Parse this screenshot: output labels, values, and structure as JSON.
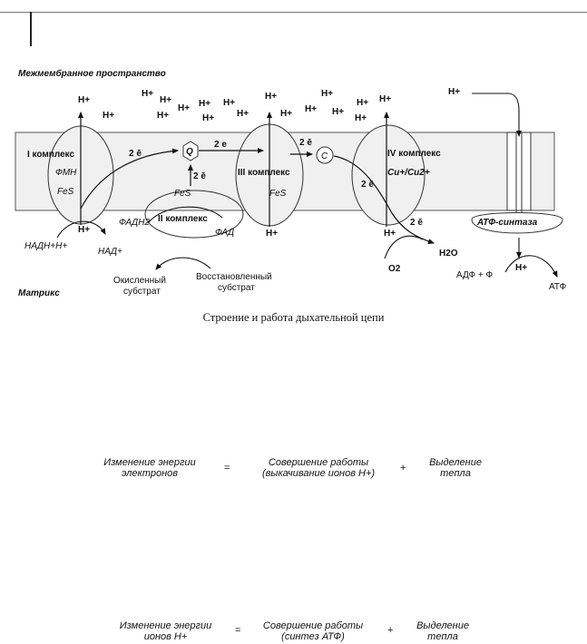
{
  "diagram": {
    "intermembrane_label": "Межмембранное пространство",
    "matrix_label": "Матрикс",
    "h_plus": "H+",
    "complex1": {
      "title": "I комплекс",
      "fmn": "ФМН",
      "fes": "FeS"
    },
    "complex2": {
      "title": "II комплекс",
      "fadh2": "ФАДН2",
      "fad": "ФАД",
      "fes": "FeS"
    },
    "complex3": {
      "title": "III  комплекс",
      "fes": "FeS"
    },
    "complex4": {
      "title": "IV комплекс",
      "cu": "Cu+/Cu2+"
    },
    "q_label": "Q",
    "c_label": "C",
    "electron_2e_bar": "2 ē",
    "electron_2e": "2 e",
    "nadh": "НАДН+H+",
    "nad": "НАД+",
    "oxidized_substrate": [
      "Окисленный",
      "субстрат"
    ],
    "reduced_substrate": [
      "Восстановленный",
      "субстрат"
    ],
    "o2": "O2",
    "h2o": "H2O",
    "atp_synthase": "АТФ-синтаза",
    "adp_p": "АДФ + Ф",
    "atp": "АТФ"
  },
  "caption": "Строение и работа дыхательной цепи",
  "equation1": {
    "left": [
      "Изменение энергии",
      "электронов"
    ],
    "equals": "=",
    "middle": [
      "Совершение работы",
      "(выкачивание ионов H+)"
    ],
    "plus": "+",
    "right": [
      "Выделение",
      "тепла"
    ]
  },
  "equation2": {
    "left": [
      "Изменение энергии",
      "ионов H+"
    ],
    "equals": "=",
    "middle": [
      "Совершение работы",
      "(синтез АТФ)"
    ],
    "plus": "+",
    "right": [
      "Выделение",
      "тепла"
    ]
  }
}
